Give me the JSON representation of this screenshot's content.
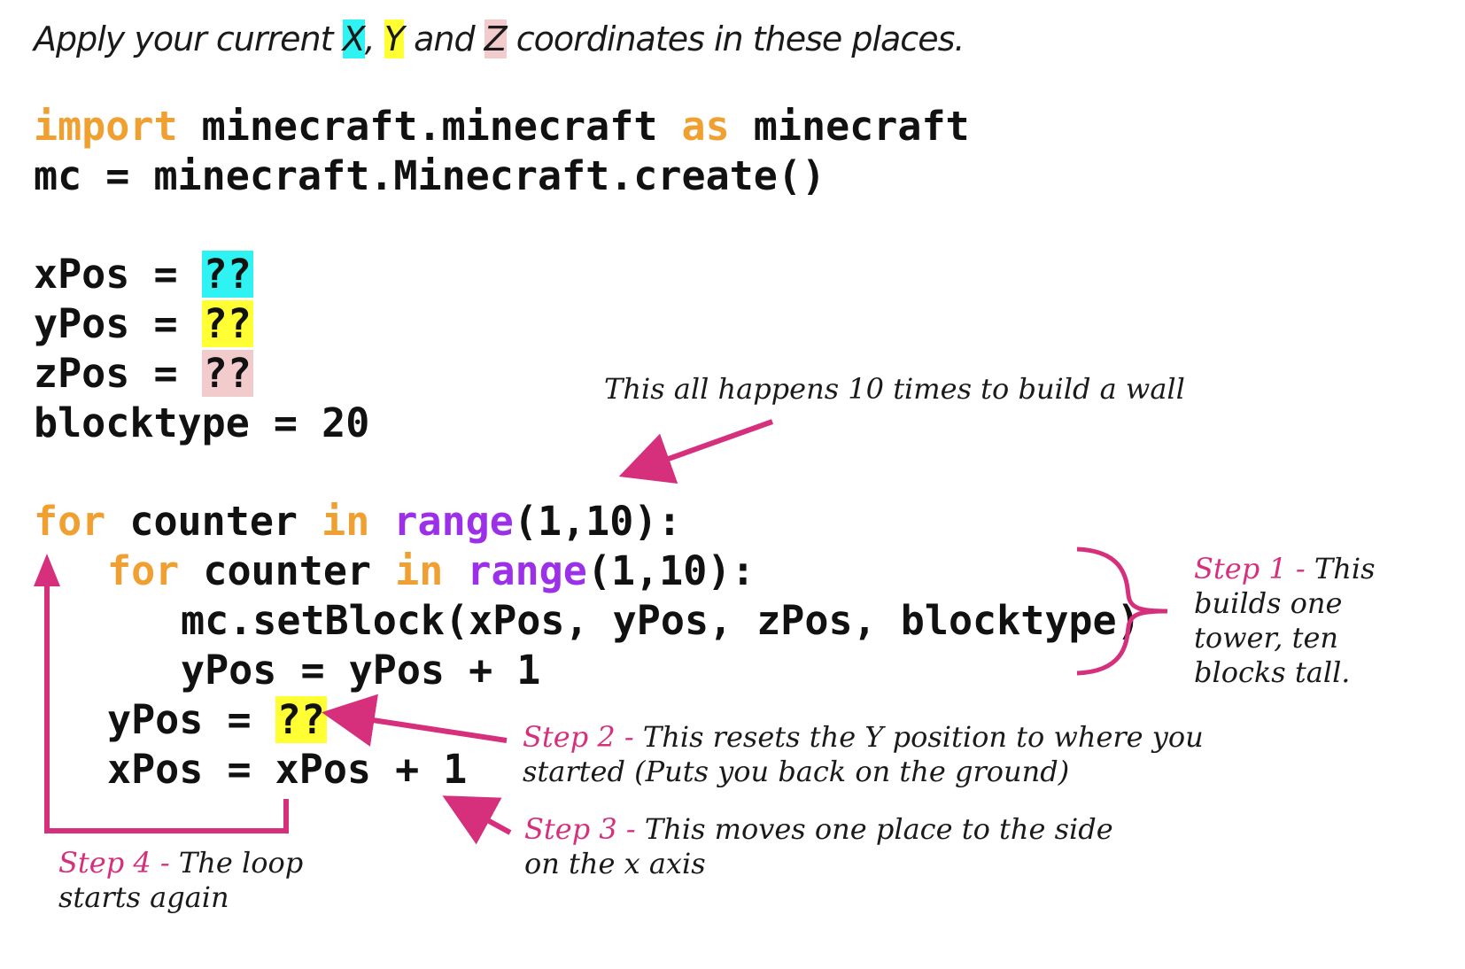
{
  "intro": {
    "before": "Apply your current ",
    "x": "X",
    "comma": ", ",
    "y": "Y",
    "and": " and ",
    "z": "Z",
    "after": " coordinates in these places."
  },
  "code": {
    "l1_import": "import",
    "l1_module": " minecraft.minecraft ",
    "l1_as": "as",
    "l1_name": " minecraft",
    "l2": "mc = minecraft.Minecraft.create()",
    "l3_lhs": "xPos = ",
    "l4_lhs": "yPos = ",
    "l5_lhs": "zPos = ",
    "placeholder": "??",
    "l6": "blocktype = 20",
    "for": "for",
    "counter": " counter ",
    "in": "in",
    "space": " ",
    "range": "range",
    "range_args": "(1,10):",
    "setblock": "mc.setBlock(xPos, yPos, zPos, blocktype)",
    "y_inc": "yPos = yPos + 1",
    "y_reset_lhs": "yPos = ",
    "x_inc": "xPos = xPos + 1"
  },
  "notes": {
    "wall": "This all happens 10 times to build a wall",
    "step1_label": "Step 1 - ",
    "step1_l1": "This",
    "step1_l2": "builds one",
    "step1_l3": "tower, ten",
    "step1_l4": "blocks tall.",
    "step2_label": "Step 2 - ",
    "step2_l1": "This resets the Y position to where you",
    "step2_l2": "started (Puts you back on the ground)",
    "step3_label": "Step 3 - ",
    "step3_l1": " This moves one place to the side",
    "step3_l2": "on the x axis",
    "step4_label": "Step 4 - ",
    "step4_l1": "The loop",
    "step4_l2": "starts again"
  },
  "colors": {
    "keyword": "#f0a030",
    "builtin": "#9b30e8",
    "annotation": "#d6307c",
    "x_highlight": "#2ff2f2",
    "y_highlight": "#ffff33",
    "z_highlight": "#f2cccc"
  }
}
